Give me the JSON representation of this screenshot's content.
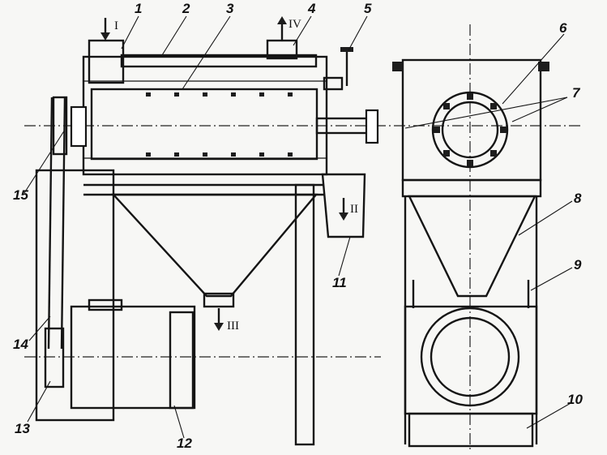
{
  "callouts": [
    "1",
    "2",
    "3",
    "4",
    "5",
    "6",
    "7",
    "8",
    "9",
    "10",
    "11",
    "12",
    "13",
    "14",
    "15"
  ],
  "flows": [
    "I",
    "II",
    "III",
    "IV"
  ]
}
